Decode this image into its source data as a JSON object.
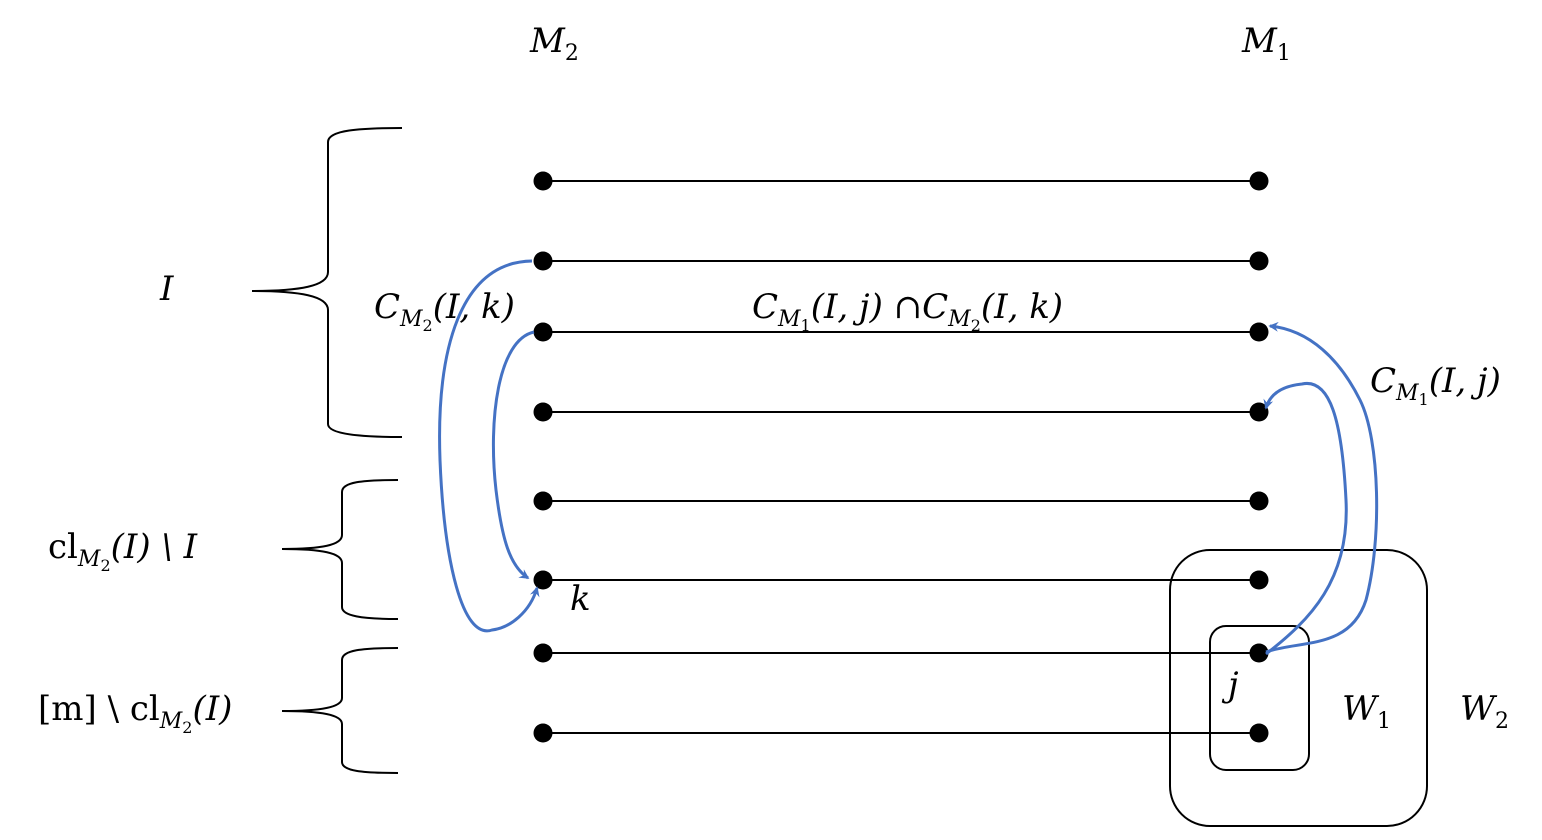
{
  "columns": {
    "left": {
      "var": "M",
      "sub": "2"
    },
    "right": {
      "var": "M",
      "sub": "1"
    }
  },
  "rows": 8,
  "brace_labels": {
    "I": "I",
    "cl_minus_I": {
      "cl": "cl",
      "M": "M",
      "sub": "2",
      "paren": "(I) \\ I"
    },
    "m_minus_cl": {
      "m": "[m] \\ cl",
      "M": "M",
      "sub": "2",
      "paren": "(I)"
    }
  },
  "curve_labels": {
    "C_M2": {
      "C": "C",
      "M": "M",
      "sub": "2",
      "args": "(I, k)"
    },
    "C_M1": {
      "C": "C",
      "M": "M",
      "sub": "1",
      "args": "(I, j)"
    },
    "intersection": {
      "left_C": "C",
      "left_M": "M",
      "left_sub": "1",
      "left_args": "(I, j) ∩",
      "right_C": "C",
      "right_M": "M",
      "right_sub": "2",
      "right_args": "(I, k)"
    }
  },
  "point_labels": {
    "k": "k",
    "j": "j"
  },
  "box_labels": {
    "W1": {
      "W": "W",
      "sub": "1"
    },
    "W2": {
      "W": "W",
      "sub": "2"
    }
  },
  "colors": {
    "arrow": "#4472C4",
    "line": "#000000"
  }
}
